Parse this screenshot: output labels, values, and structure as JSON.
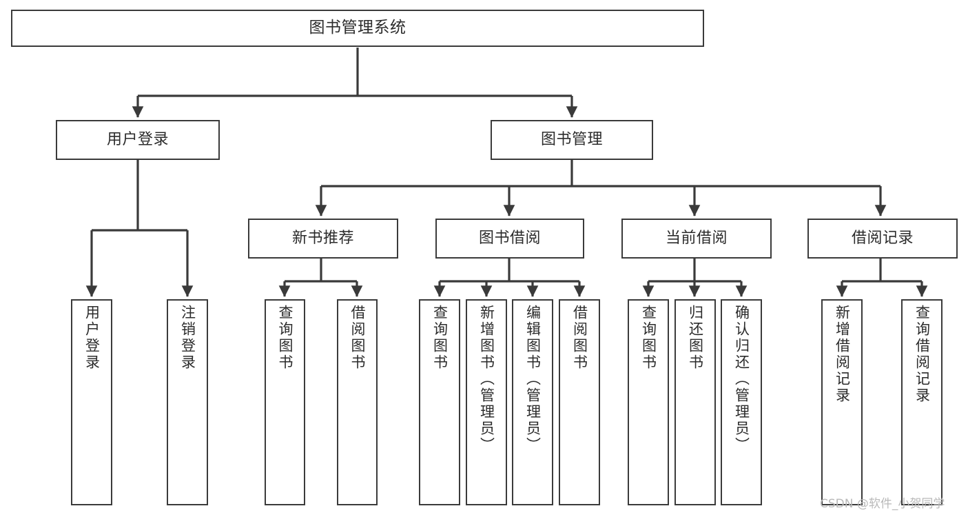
{
  "diagram": {
    "type": "tree-hierarchy",
    "title": "图书管理系统",
    "watermark": "CSDN @软件_小贺同学",
    "colors": {
      "box_border": "#3a3a3a",
      "box_fill": "#ffffff",
      "connector": "#3a3a3a",
      "text": "#2b2b2b",
      "watermark": "#b9b9b9",
      "background": "#ffffff"
    },
    "nodes": {
      "root": {
        "label": "图书管理系统"
      },
      "level2": [
        {
          "id": "user-login",
          "label": "用户登录"
        },
        {
          "id": "book-manage",
          "label": "图书管理"
        }
      ],
      "level3": [
        {
          "id": "new-book-recommend",
          "label": "新书推荐"
        },
        {
          "id": "book-borrow",
          "label": "图书借阅"
        },
        {
          "id": "current-borrow",
          "label": "当前借阅"
        },
        {
          "id": "borrow-record",
          "label": "借阅记录"
        }
      ],
      "leaves": {
        "user-login": [
          {
            "id": "leaf-user-login",
            "label": "用户登录"
          },
          {
            "id": "leaf-logout",
            "label": "注销登录"
          }
        ],
        "new-book-recommend": [
          {
            "id": "leaf-query-book-1",
            "label": "查询图书"
          },
          {
            "id": "leaf-borrow-book-1",
            "label": "借阅图书"
          }
        ],
        "book-borrow": [
          {
            "id": "leaf-query-book-2",
            "label": "查询图书"
          },
          {
            "id": "leaf-add-book",
            "label": "新增图书（管理员）"
          },
          {
            "id": "leaf-edit-book",
            "label": "编辑图书（管理员）"
          },
          {
            "id": "leaf-borrow-book-2",
            "label": "借阅图书"
          }
        ],
        "current-borrow": [
          {
            "id": "leaf-query-book-3",
            "label": "查询图书"
          },
          {
            "id": "leaf-return-book",
            "label": "归还图书"
          },
          {
            "id": "leaf-confirm-return",
            "label": "确认归还（管理员）"
          }
        ],
        "borrow-record": [
          {
            "id": "leaf-add-record",
            "label": "新增借阅记录"
          },
          {
            "id": "leaf-query-record",
            "label": "查询借阅记录"
          }
        ]
      }
    }
  }
}
